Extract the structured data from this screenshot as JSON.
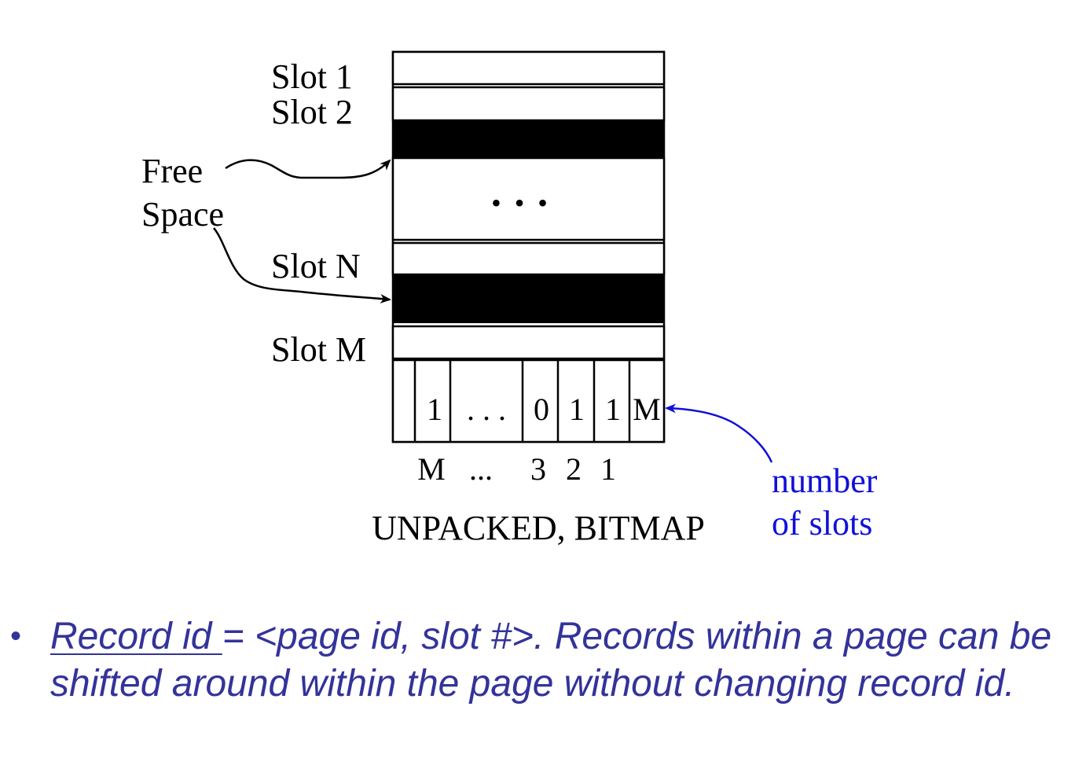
{
  "labels": {
    "slot1": "Slot 1",
    "slot2": "Slot 2",
    "slotN": "Slot N",
    "slotM": "Slot M",
    "free_line1": "Free",
    "free_line2": "Space",
    "ellipsis_dots": "• • •"
  },
  "bitmap": {
    "cells": [
      "",
      "1",
      ". . .",
      "0",
      "1",
      "1",
      "M"
    ],
    "indices": [
      "M",
      "...",
      "3",
      "2",
      "1"
    ],
    "caption": "UNPACKED, BITMAP"
  },
  "annotation": {
    "line1": "number",
    "line2": "of slots",
    "color": "#1010d8"
  },
  "bullet": {
    "symbol": "•",
    "underlined": "Record id ",
    "rest": "= <page id, slot #>. Records within a page can be shifted around within the page without changing record id.",
    "color": "#33339a"
  }
}
